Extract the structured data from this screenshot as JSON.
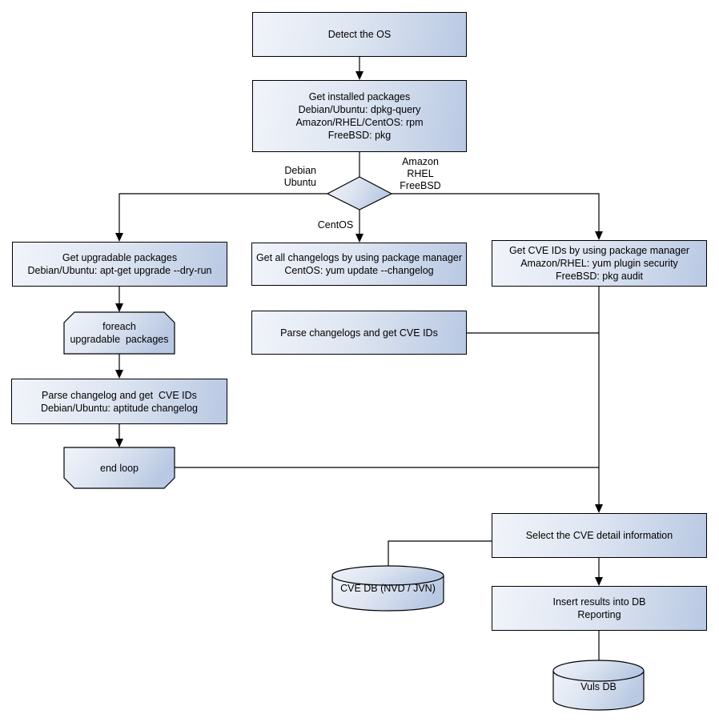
{
  "diagram_type": "flowchart",
  "nodes": {
    "detect_os": {
      "label": "Detect the OS"
    },
    "get_installed_packages": {
      "lines": [
        "Get installed packages",
        "Debian/Ubuntu: dpkg-query",
        "Amazon/RHEL/CentOS: rpm",
        "FreeBSD: pkg"
      ]
    },
    "get_upgradable_packages": {
      "lines": [
        "Get upgradable packages",
        "Debian/Ubuntu: apt-get upgrade --dry-run"
      ]
    },
    "foreach_loop_start": {
      "lines": [
        "foreach",
        "upgradable  packages"
      ]
    },
    "parse_changelog": {
      "lines": [
        "Parse changelog and get  CVE IDs",
        "Debian/Ubuntu: aptitude changelog"
      ]
    },
    "end_loop": {
      "label": "end loop"
    },
    "get_all_changelogs": {
      "lines": [
        "Get all changelogs by using package manager",
        "CentOS: yum update --changelog"
      ]
    },
    "parse_changelogs": {
      "label": "Parse changelogs and get CVE IDs"
    },
    "get_cve_ids": {
      "lines": [
        "Get CVE IDs by using package manager",
        "Amazon/RHEL: yum plugin security",
        "FreeBSD: pkg audit"
      ]
    },
    "select_cve_detail": {
      "label": "Select the CVE detail information"
    },
    "insert_results": {
      "lines": [
        "Insert results into DB",
        "Reporting"
      ]
    },
    "cve_db": {
      "label": "CVE DB (NVD / JVN)"
    },
    "vuls_db": {
      "label": "Vuls DB"
    }
  },
  "edge_labels": {
    "left_branch": [
      "Debian",
      "Ubuntu"
    ],
    "right_branch": [
      "Amazon",
      "RHEL",
      "FreeBSD"
    ],
    "down_branch": "CentOS"
  },
  "colors": {
    "node_fill_light": "#f1f4fa",
    "node_fill_dark": "#b9c9e3",
    "node_border": "#000000",
    "connector": "#000000",
    "text": "#000000",
    "background": "#ffffff"
  }
}
